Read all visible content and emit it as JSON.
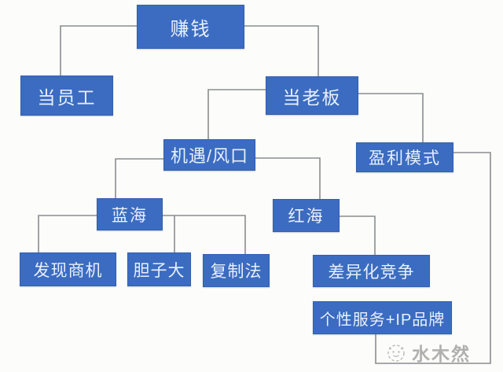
{
  "diagram": {
    "type": "tree",
    "title_root": "赚钱",
    "nodes": {
      "make_money": {
        "label": "赚钱"
      },
      "be_employee": {
        "label": "当员工"
      },
      "be_boss": {
        "label": "当老板"
      },
      "opportunity": {
        "label": "机遇/风口"
      },
      "profit_model": {
        "label": "盈利模式"
      },
      "blue_ocean": {
        "label": "蓝海"
      },
      "red_ocean": {
        "label": "红海"
      },
      "spot_opportunity": {
        "label": "发现商机"
      },
      "boldness": {
        "label": "胆子大"
      },
      "copy_method": {
        "label": "复制法"
      },
      "differentiation": {
        "label": "差异化竞争"
      },
      "personalized": {
        "label": "个性服务+IP品牌"
      }
    },
    "edges": [
      {
        "from": "make_money",
        "to": "be_employee"
      },
      {
        "from": "make_money",
        "to": "be_boss"
      },
      {
        "from": "be_boss",
        "to": "opportunity"
      },
      {
        "from": "be_boss",
        "to": "profit_model"
      },
      {
        "from": "opportunity",
        "to": "blue_ocean"
      },
      {
        "from": "opportunity",
        "to": "red_ocean"
      },
      {
        "from": "blue_ocean",
        "to": "spot_opportunity"
      },
      {
        "from": "blue_ocean",
        "to": "boldness"
      },
      {
        "from": "blue_ocean",
        "to": "copy_method"
      },
      {
        "from": "red_ocean",
        "to": "differentiation"
      },
      {
        "from": "profit_model",
        "to": "personalized"
      }
    ]
  },
  "watermark": {
    "text": "水木然"
  },
  "colors": {
    "node_fill": "#3b6cc1",
    "node_border": "#335fad",
    "node_text": "#e9effb",
    "connector": "#8a8d90",
    "background": "#fcfcfa",
    "watermark": "#a8a8a8"
  }
}
